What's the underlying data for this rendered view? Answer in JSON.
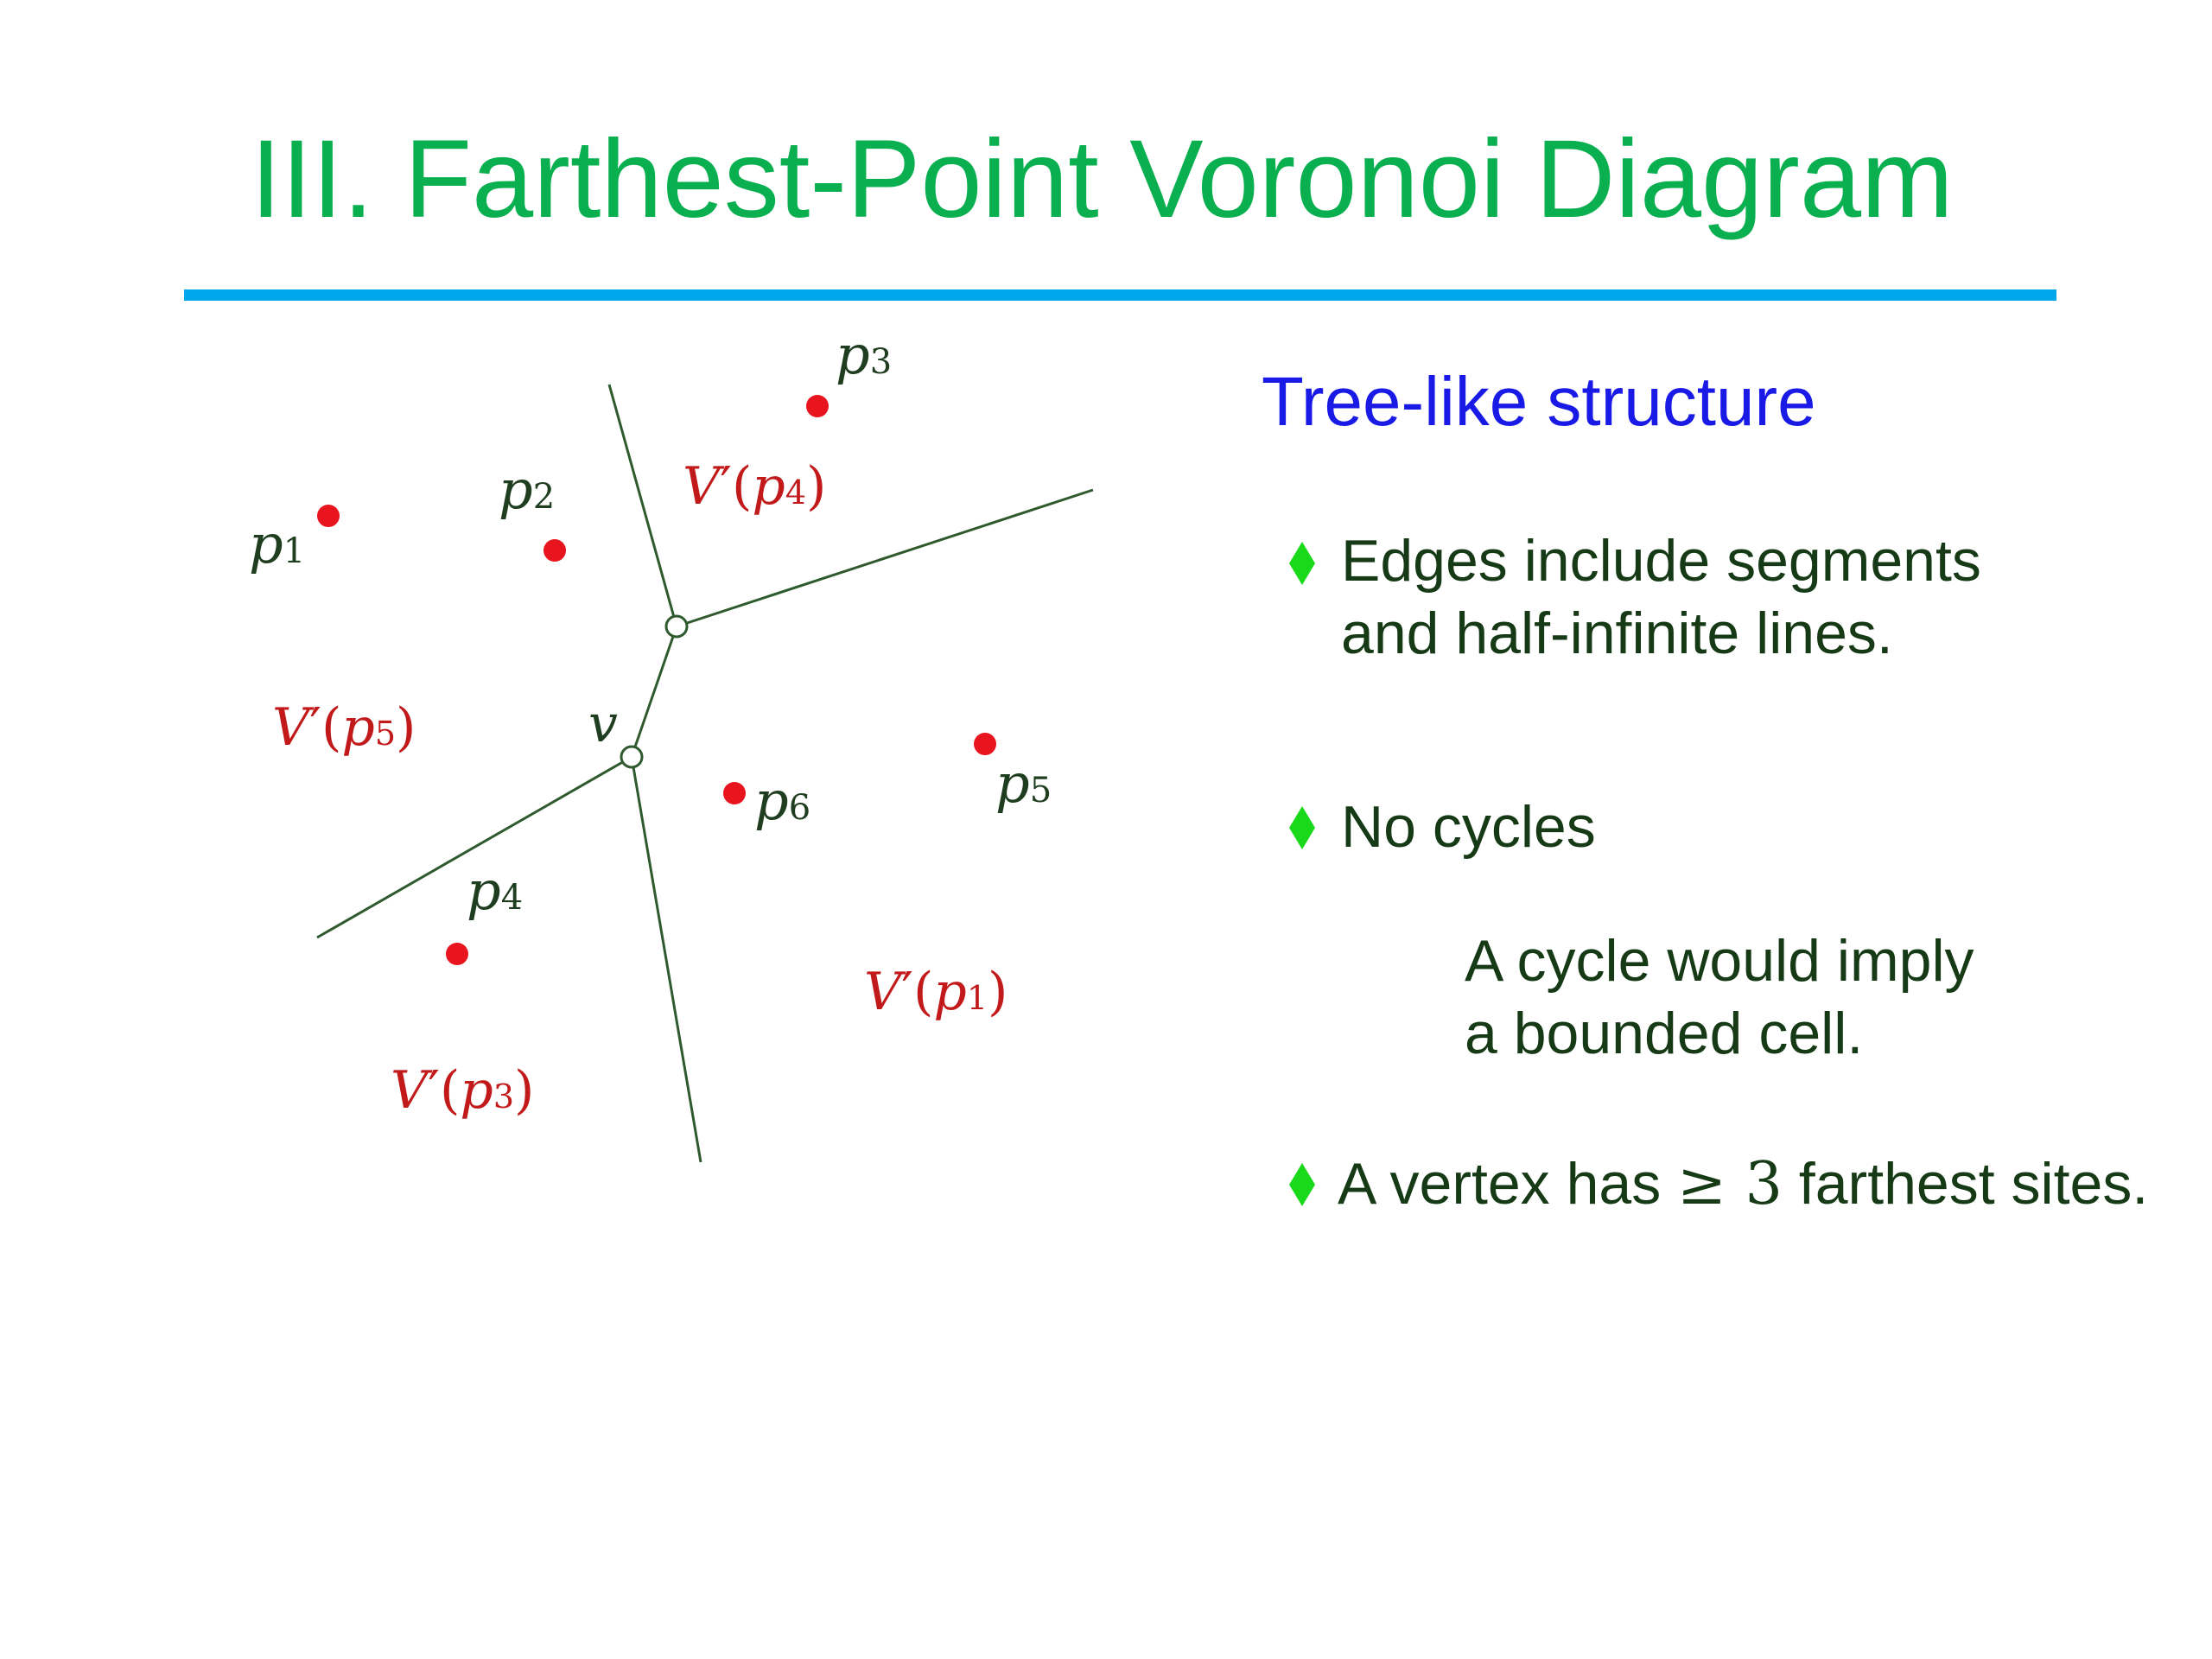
{
  "slide": {
    "title": "III. Farthest-Point Voronoi Diagram",
    "colors": {
      "title": "#0ab050",
      "rule": "#00a7ec",
      "subtitle": "#1a1ae6",
      "body_text": "#153a15",
      "bullet": "#1ad81a",
      "site_point": "#e8141e",
      "region_label": "#c21a1a",
      "edge": "#2e5a2e"
    }
  },
  "diagram": {
    "sites": [
      {
        "name": "p",
        "sub": "1"
      },
      {
        "name": "p",
        "sub": "2"
      },
      {
        "name": "p",
        "sub": "3"
      },
      {
        "name": "p",
        "sub": "4"
      },
      {
        "name": "p",
        "sub": "5"
      },
      {
        "name": "p",
        "sub": "6"
      }
    ],
    "regions": [
      {
        "prefix": "V",
        "prime": "′",
        "open": "(",
        "name": "p",
        "sub": "4",
        "close": ")"
      },
      {
        "prefix": "V",
        "prime": "′",
        "open": "(",
        "name": "p",
        "sub": "5",
        "close": ")"
      },
      {
        "prefix": "V",
        "prime": "′",
        "open": "(",
        "name": "p",
        "sub": "1",
        "close": ")"
      },
      {
        "prefix": "V",
        "prime": "′",
        "open": "(",
        "name": "p",
        "sub": "3",
        "close": ")"
      }
    ],
    "vertex_label": "v"
  },
  "panel": {
    "heading": "Tree-like structure",
    "bullet_icon": "diamond-bullet-icon",
    "bullets": [
      {
        "lines": [
          "Edges include segments",
          "and half-infinite lines."
        ]
      },
      {
        "lines": [
          "No cycles"
        ]
      },
      {
        "before": "A vertex has ",
        "symbol": "≥ 3",
        "after": " farthest sites."
      }
    ],
    "note": [
      "A cycle would imply",
      "a bounded cell."
    ]
  }
}
